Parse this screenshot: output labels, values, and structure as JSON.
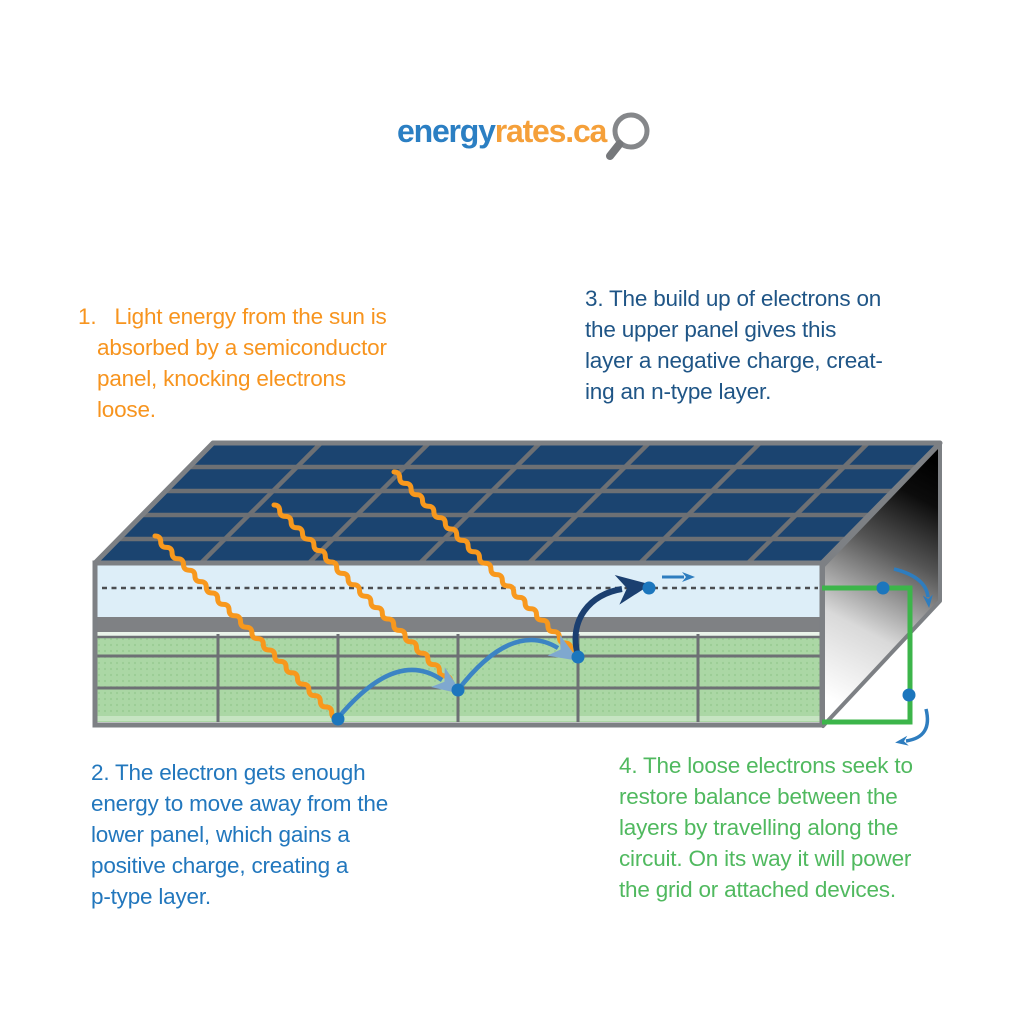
{
  "header": {
    "logo": {
      "part1": "energy",
      "part2": "rates.ca",
      "part1_color": "#2b7fc3",
      "part2_color": "#f5a03a",
      "icon": "magnifying-glass-icon",
      "icon_color": "#85878a"
    }
  },
  "steps": {
    "step1": {
      "number": "1",
      "text": "1.   Light energy from the sun is\nabsorbed by a semiconductor\npanel, knocking electrons\nloose.",
      "color": "#f7941e"
    },
    "step2": {
      "number": "2",
      "text": "2. The electron gets enough\nenergy to move away from the\nlower panel, which gains a\npositive charge, creating a\np-type layer.",
      "color": "#2277bd"
    },
    "step3": {
      "number": "3",
      "text": "3. The build up of electrons on\nthe upper panel gives this\nlayer a negative charge, creat-\ning an n-type layer.",
      "color": "#1f5586"
    },
    "step4": {
      "number": "4",
      "text": "4. The loose electrons seek to\nrestore balance between the\nlayers by travelling along the\ncircuit. On its way it will power\nthe grid or attached devices.",
      "color": "#50b95f"
    }
  },
  "diagram": {
    "description_elements": [
      "solar-panel-top",
      "n-type-layer",
      "junction-layer",
      "p-type-layer",
      "sun-rays",
      "electrons",
      "circuit-loop"
    ],
    "palette": {
      "panel_top": "#1b4470",
      "panel_grid": "#6d7074",
      "panel_border": "#7d8084",
      "n_type_layer": "#ddeef8",
      "junction_layer": "#7f8184",
      "p_type_layer": "#abd7a5",
      "p_type_dot": "#9bcc95",
      "sun_ray": "#f8981d",
      "electron": "#1c76bd",
      "electron_arrow": "#3c84c4",
      "electron_arrowhead": "#7fa8cf",
      "emission_arrow": "#1b3f70",
      "circuit": "#3cb54a",
      "dashed_line": "#4b4d50"
    }
  }
}
